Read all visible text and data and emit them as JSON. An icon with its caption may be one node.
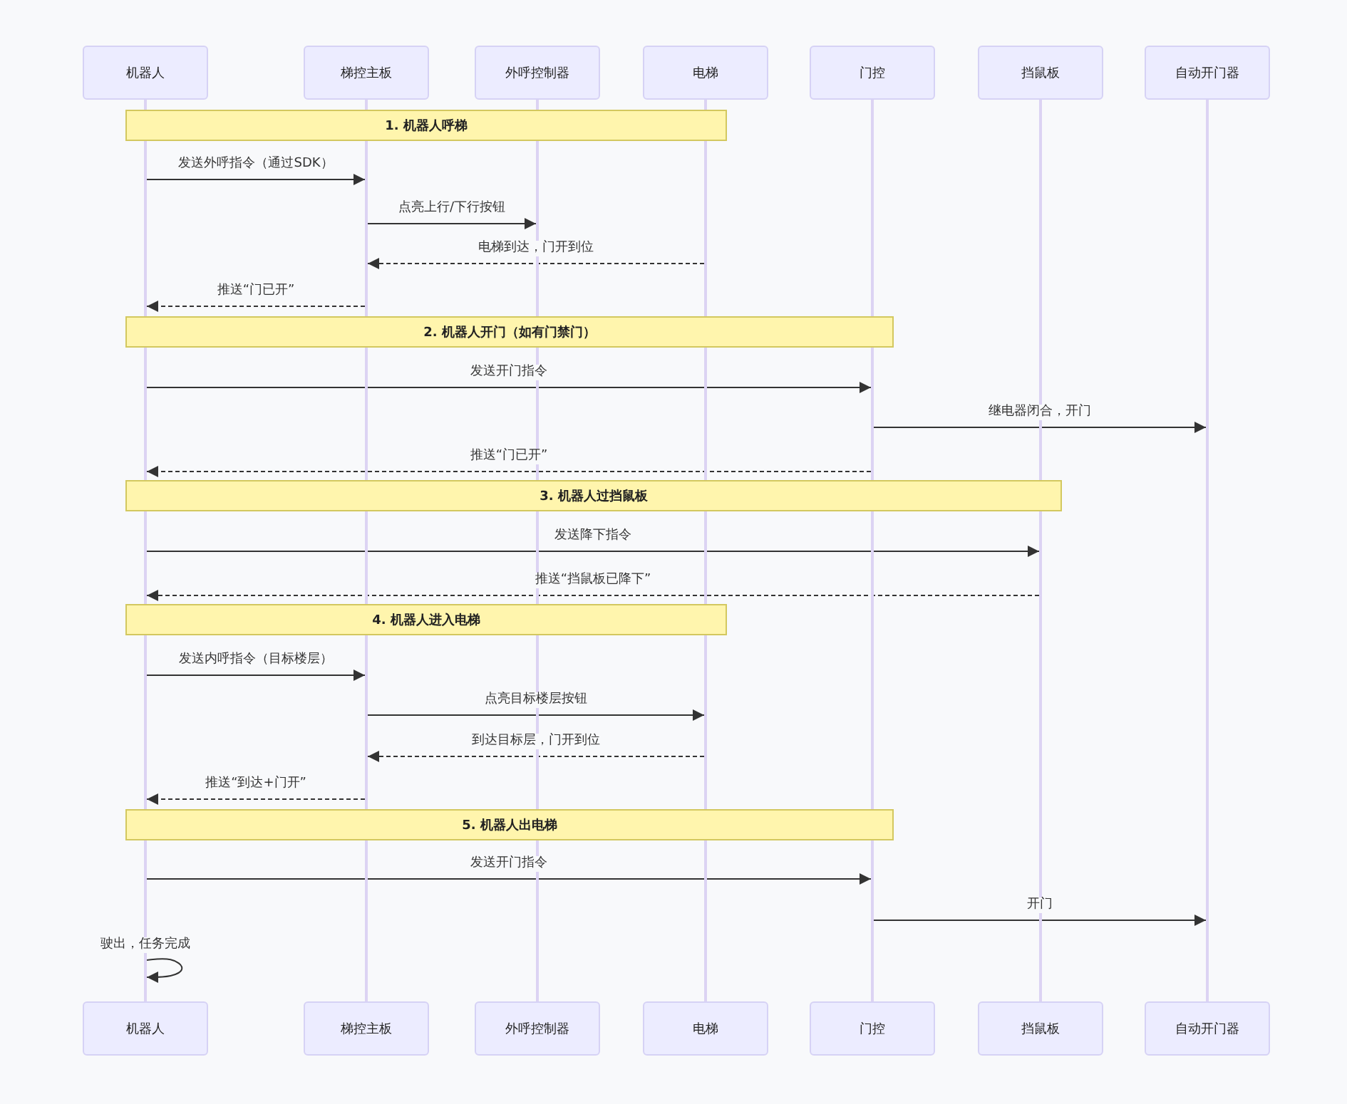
{
  "diagram": {
    "nodes": [
      {
        "text": [
          "机器人"
        ]
      },
      {
        "text": [
          "梯控主板"
        ]
      },
      {
        "text": [
          "外呼控制器"
        ]
      },
      {
        "text": [
          "电梯"
        ]
      },
      {
        "text": [
          "门控"
        ]
      },
      {
        "text": [
          "挡鼠板"
        ]
      },
      {
        "text": [
          "自动开门器"
        ]
      },
      {
        "text": [],
        "shape": "line"
      },
      {
        "text": [],
        "shape": "line"
      },
      {
        "text": [],
        "shape": "line"
      },
      {
        "text": [],
        "shape": "line"
      },
      {
        "text": [],
        "shape": "line"
      },
      {
        "text": [],
        "shape": "line"
      },
      {
        "text": [],
        "shape": "line"
      },
      {
        "text": [
          "1. 机器人呼梯"
        ]
      },
      {
        "text": [
          "2. 机器人开门（如有门禁门）"
        ]
      },
      {
        "text": [
          "3. 机器人过挡鼠板"
        ]
      },
      {
        "text": [
          "4. 机器人进入电梯"
        ]
      },
      {
        "text": [
          "5. 机器人出电梯"
        ]
      },
      {
        "text": [
          "机器人"
        ]
      },
      {
        "text": [
          "梯控主板"
        ]
      },
      {
        "text": [
          "外呼控制器"
        ]
      },
      {
        "text": [
          "电梯"
        ]
      },
      {
        "text": [
          "门控"
        ]
      },
      {
        "text": [
          "挡鼠板"
        ]
      },
      {
        "text": [
          "自动开门器"
        ]
      }
    ],
    "edges": [
      {
        "from": 7,
        "to": 8,
        "arrow": "to",
        "label": "发送外呼指令（通过SDK）"
      },
      {
        "from": 8,
        "to": 9,
        "arrow": "to",
        "label": "点亮上行/下行按钮"
      },
      {
        "from": 10,
        "to": 8,
        "arrow": "to",
        "label": "电梯到达，门开到位",
        "style": "dashed"
      },
      {
        "from": 8,
        "to": 7,
        "arrow": "to",
        "label": "推送“门已开”",
        "style": "dashed"
      },
      {
        "from": 7,
        "to": 11,
        "arrow": "to",
        "label": "发送开门指令"
      },
      {
        "from": 11,
        "to": 13,
        "arrow": "to",
        "label": "继电器闭合，开门"
      },
      {
        "from": 11,
        "to": 7,
        "arrow": "to",
        "label": "推送“门已开”",
        "style": "dashed"
      },
      {
        "from": 7,
        "to": 12,
        "arrow": "to",
        "label": "发送降下指令"
      },
      {
        "from": 12,
        "to": 7,
        "arrow": "to",
        "label": "推送“挡鼠板已降下”",
        "style": "dashed"
      },
      {
        "from": 7,
        "to": 8,
        "arrow": "to",
        "label": "发送内呼指令（目标楼层）"
      },
      {
        "from": 8,
        "to": 10,
        "arrow": "to",
        "label": "点亮目标楼层按钮"
      },
      {
        "from": 10,
        "to": 8,
        "arrow": "to",
        "label": "到达目标层，门开到位",
        "style": "dashed"
      },
      {
        "from": 8,
        "to": 7,
        "arrow": "to",
        "label": "推送“到达+门开”",
        "style": "dashed"
      },
      {
        "from": 7,
        "to": 11,
        "arrow": "to",
        "label": "发送开门指令"
      },
      {
        "from": 11,
        "to": 13,
        "arrow": "to",
        "label": "开门"
      },
      {
        "from": 7,
        "to": 7,
        "arrow": "to",
        "label": "驶出，任务完成"
      }
    ]
  }
}
